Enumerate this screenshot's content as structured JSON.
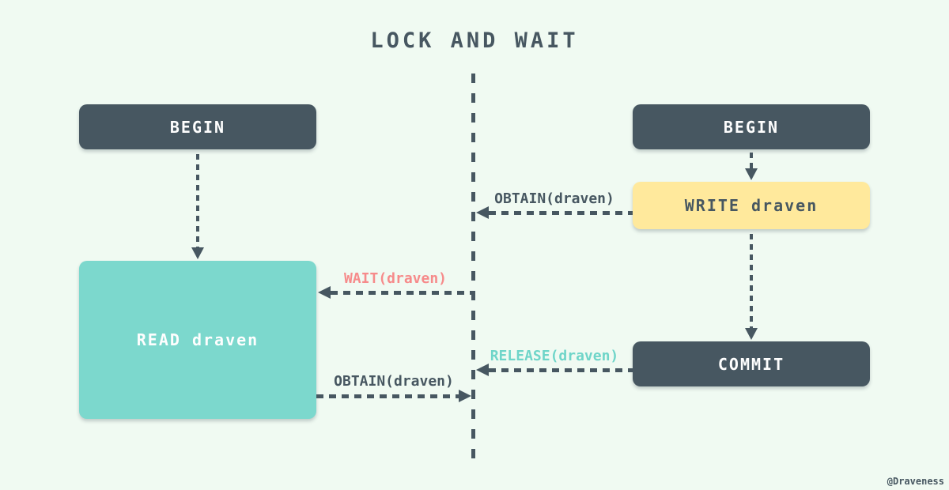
{
  "title": "LOCK AND WAIT",
  "watermark": "@Draveness",
  "colors": {
    "background": "#f0faf2",
    "dark": "#475761",
    "teal": "#7cd8cd",
    "yellow": "#ffe99c",
    "salmon": "#f68b8b",
    "teal_text": "#6fd5c9",
    "white": "#fefefe"
  },
  "left_transaction": {
    "begin": "BEGIN",
    "read": "READ draven"
  },
  "right_transaction": {
    "begin": "BEGIN",
    "write": "WRITE draven",
    "commit": "COMMIT"
  },
  "messages": {
    "obtain_from_write": "OBTAIN(draven)",
    "wait": "WAIT(draven)",
    "release": "RELEASE(draven)",
    "obtain_from_read": "OBTAIN(draven)"
  }
}
